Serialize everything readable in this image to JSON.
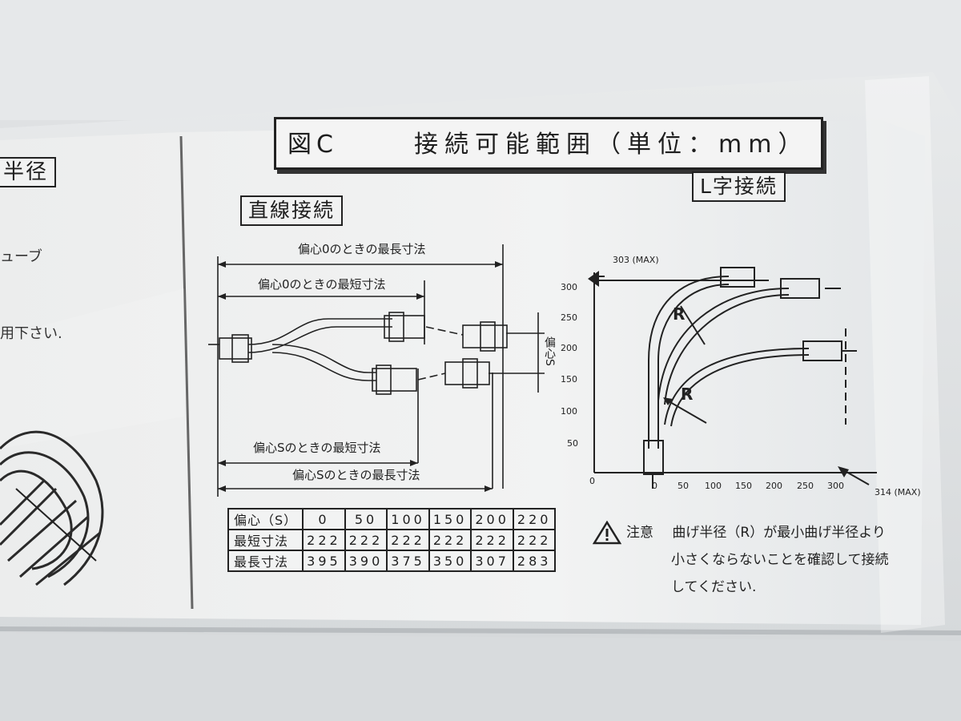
{
  "title": {
    "fig": "図C",
    "text": "接続可能範囲（単位：mm）"
  },
  "left_fragment": {
    "label": "半径",
    "line1": "ューブ",
    "line2": "用下さい."
  },
  "straight": {
    "label": "直線接続",
    "dim_top": "偏心0のときの最長寸法",
    "dim_2": "偏心0のときの最短寸法",
    "dim_3": "偏心Sのときの最短寸法",
    "dim_4": "偏心Sのときの最長寸法",
    "offset": "偏心S"
  },
  "l_shape": {
    "label": "L字接続",
    "max_y": "303 (MAX)",
    "max_x": "314 (MAX)",
    "y_ticks": [
      "300",
      "250",
      "200",
      "150",
      "100",
      "50"
    ],
    "x_ticks": [
      "0",
      "50",
      "100",
      "150",
      "200",
      "250",
      "300"
    ],
    "origin": "0",
    "r1": "R",
    "r2": "R"
  },
  "table": {
    "headers": [
      "偏心（S）",
      "0",
      "50",
      "100",
      "150",
      "200",
      "220"
    ],
    "rows": [
      [
        "最短寸法",
        "222",
        "222",
        "222",
        "222",
        "222",
        "222"
      ],
      [
        "最長寸法",
        "395",
        "390",
        "375",
        "350",
        "307",
        "283"
      ]
    ]
  },
  "caution": {
    "label": "注意",
    "line1": "曲げ半径（R）が最小曲げ半径より",
    "line2": "小さくならないことを確認して接続",
    "line3": "してください."
  }
}
